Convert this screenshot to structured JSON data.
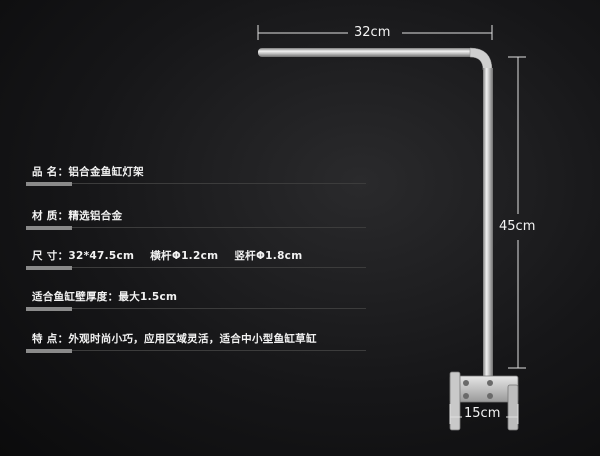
{
  "dimensions": {
    "width_label": "32cm",
    "height_label": "45cm",
    "base_label": "15cm"
  },
  "specs": [
    {
      "label": "品  名",
      "value": "铝合金鱼缸灯架"
    },
    {
      "label": "材  质",
      "value": "精选铝合金"
    },
    {
      "label": "尺  寸",
      "value": "32*47.5cm",
      "extra1": "横杆Φ1.2cm",
      "extra2": "竖杆Φ1.8cm"
    },
    {
      "label": "适合鱼缸壁厚度",
      "value": "最大1.5cm"
    },
    {
      "label": "特  点",
      "value": "外观时尚小巧，应用区域灵活，适合中小型鱼缸草缸"
    }
  ]
}
